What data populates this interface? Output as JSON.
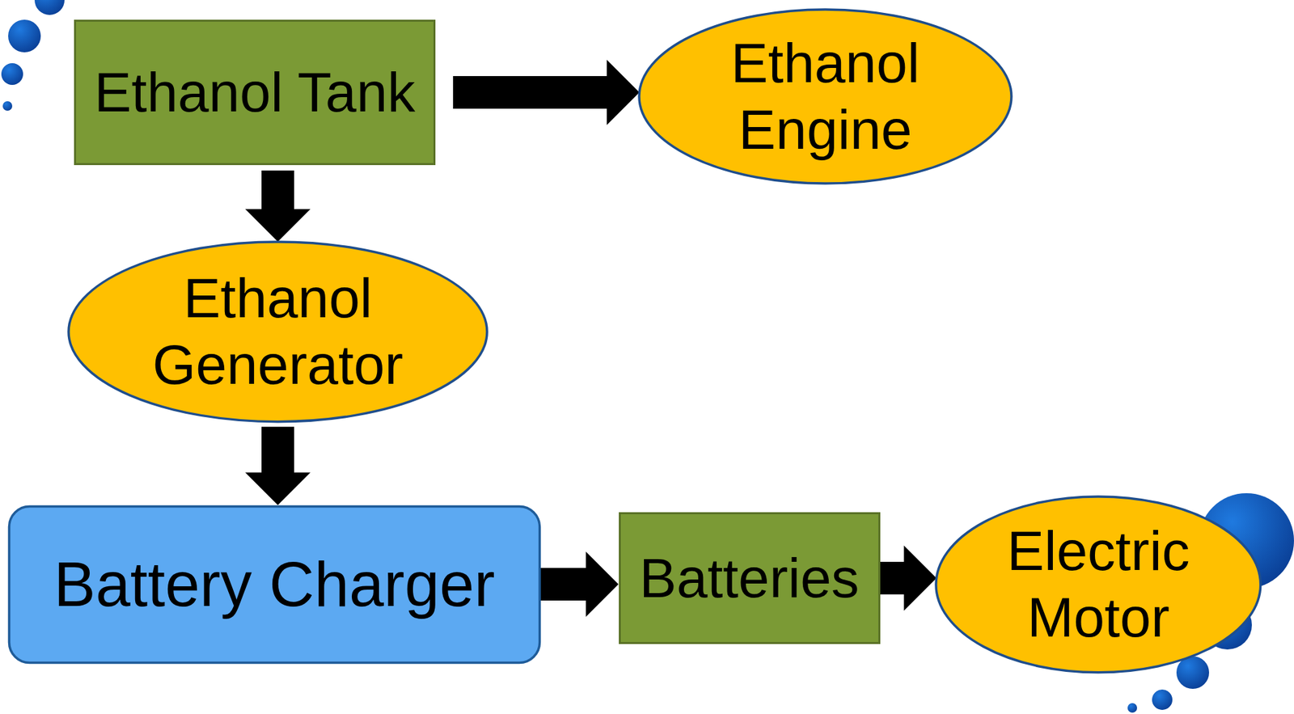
{
  "diagram": {
    "nodes": [
      {
        "text": [
          "Ethanol Tank"
        ]
      },
      {
        "text": [
          "Ethanol Engine"
        ]
      },
      {
        "text": [
          "Ethanol Generator"
        ]
      },
      {
        "text": [
          "Battery Charger"
        ]
      },
      {
        "text": [
          "Batteries"
        ]
      },
      {
        "text": [
          "Electric Motor"
        ]
      }
    ],
    "edges": [
      {
        "from": 0,
        "to": 1,
        "arrow": "to"
      },
      {
        "from": 0,
        "to": 2,
        "arrow": "to"
      },
      {
        "from": 2,
        "to": 3,
        "arrow": "to"
      },
      {
        "from": 3,
        "to": 4,
        "arrow": "to"
      },
      {
        "from": 4,
        "to": 5,
        "arrow": "to"
      }
    ]
  }
}
